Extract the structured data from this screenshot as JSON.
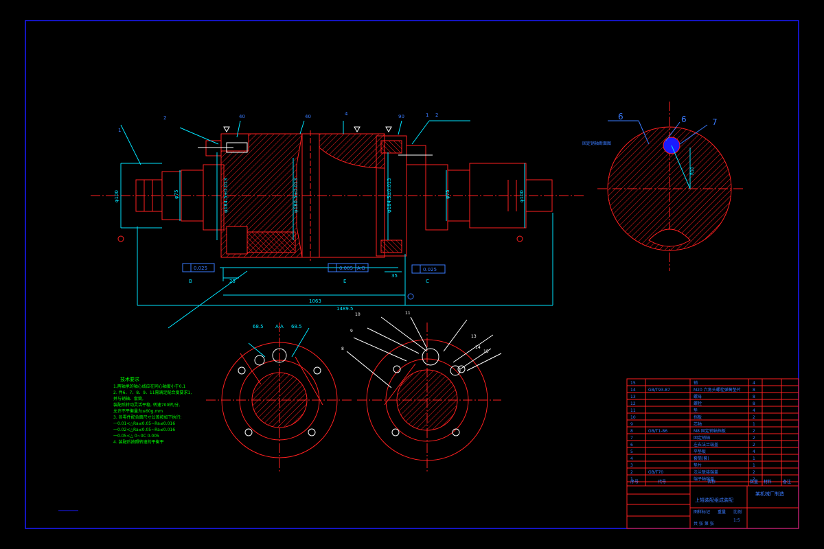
{
  "colors": {
    "background": "#000000",
    "frame": "#1a1aff",
    "part": "#ff2020",
    "dim": "#00e5ff",
    "note": "#00ff00",
    "label": "#3a7bff",
    "white": "#ffffff",
    "yellow": "#ffff00"
  },
  "callouts": {
    "top": [
      "1",
      "2",
      "40",
      "40",
      "4",
      "90",
      "1",
      "2"
    ],
    "side": [
      "6",
      "6",
      "7"
    ],
    "bottom_right": [
      "10",
      "11",
      "9",
      "8",
      "13",
      "14",
      "15"
    ],
    "bottom_left_view": "A-A"
  },
  "dims": {
    "left_shaft_dia": "φ100",
    "left_neck_dia": "φ75",
    "flange_dia_left": "φ184.5±0.013",
    "center_dia": "φ180.5±0.013",
    "flange_dia_right": "φ184.5±0.013",
    "right_neck_dia": "φ75",
    "right_shaft_dia": "φ100",
    "len_inner": "1063",
    "len_total": "1489.5",
    "len_left": "25",
    "len_right": "35",
    "tol_left": "0.025",
    "tol_mid": "0.005",
    "tol_mid_ref": "A-B",
    "tol_right": "0.025",
    "datum_a": "B",
    "datum_b": "E",
    "datum_c": "C",
    "side_radius": "R10",
    "side_label": "固定销轴断面图",
    "angle_1": "68.5",
    "angle_2": "68.5"
  },
  "notes": {
    "title": "技术要求",
    "lines": [
      "1.两轴承的轴心线应在同心轴度小于0.1",
      "2. 件6、7、8、9、11需满足配合度要求1,",
      "   并与销轴、套筒,",
      "   装配后转动灵活平稳, 转速700转/分,",
      "   允许不平衡量为≤60g.mm",
      "3. 各零件配合面尺寸公差按如下执行:",
      "   一0.01<△Ra≤0.05~Ra≤0.016",
      "   一0.02<△Ra≤0.05~Ra≤0.016",
      "   一0.05<△ 0~0C 0.005",
      "4. 装配后按照转速的平衡平"
    ]
  },
  "bom": {
    "rows": [
      {
        "no": "15",
        "code": "",
        "name": "销",
        "qty": "4"
      },
      {
        "no": "14",
        "code": "GB/T93-87",
        "name": "M20 六角头螺栓弹簧垫片",
        "qty": "8"
      },
      {
        "no": "13",
        "code": "",
        "name": "螺母",
        "qty": "8"
      },
      {
        "no": "12",
        "code": "",
        "name": "螺栓",
        "qty": "8"
      },
      {
        "no": "11",
        "code": "",
        "name": "垫",
        "qty": "4"
      },
      {
        "no": "10",
        "code": "",
        "name": "挡板",
        "qty": "2"
      },
      {
        "no": "9",
        "code": "",
        "name": "芯轴",
        "qty": "1"
      },
      {
        "no": "8",
        "code": "GB/T1-86",
        "name": "M8 固定销轴挡板",
        "qty": "2"
      },
      {
        "no": "7",
        "code": "",
        "name": "固定销轴",
        "qty": "2"
      },
      {
        "no": "6",
        "code": "",
        "name": "左右法兰端盖",
        "qty": "2"
      },
      {
        "no": "5",
        "code": "",
        "name": "平垫板",
        "qty": "4"
      },
      {
        "no": "4",
        "code": "",
        "name": "套筒(套)",
        "qty": "1"
      },
      {
        "no": "3",
        "code": "",
        "name": "垫片",
        "qty": "1"
      },
      {
        "no": "2",
        "code": "GB/T70",
        "name": "法兰联接端盖",
        "qty": "2"
      },
      {
        "no": "1",
        "code": "",
        "name": "端子轴端盖",
        "qty": "2"
      }
    ],
    "header": {
      "no": "序号",
      "code": "代号",
      "name": "名称",
      "qty": "数量",
      "material": "材料",
      "remark": "备注"
    }
  },
  "title_block": {
    "drawing_name": "上辊装配组成装配",
    "org": "某机械厂制造",
    "scale": "1:5",
    "sheet": "共 张 第 张",
    "stage": "图样标记",
    "weight": "重量",
    "ratio": "比例"
  }
}
